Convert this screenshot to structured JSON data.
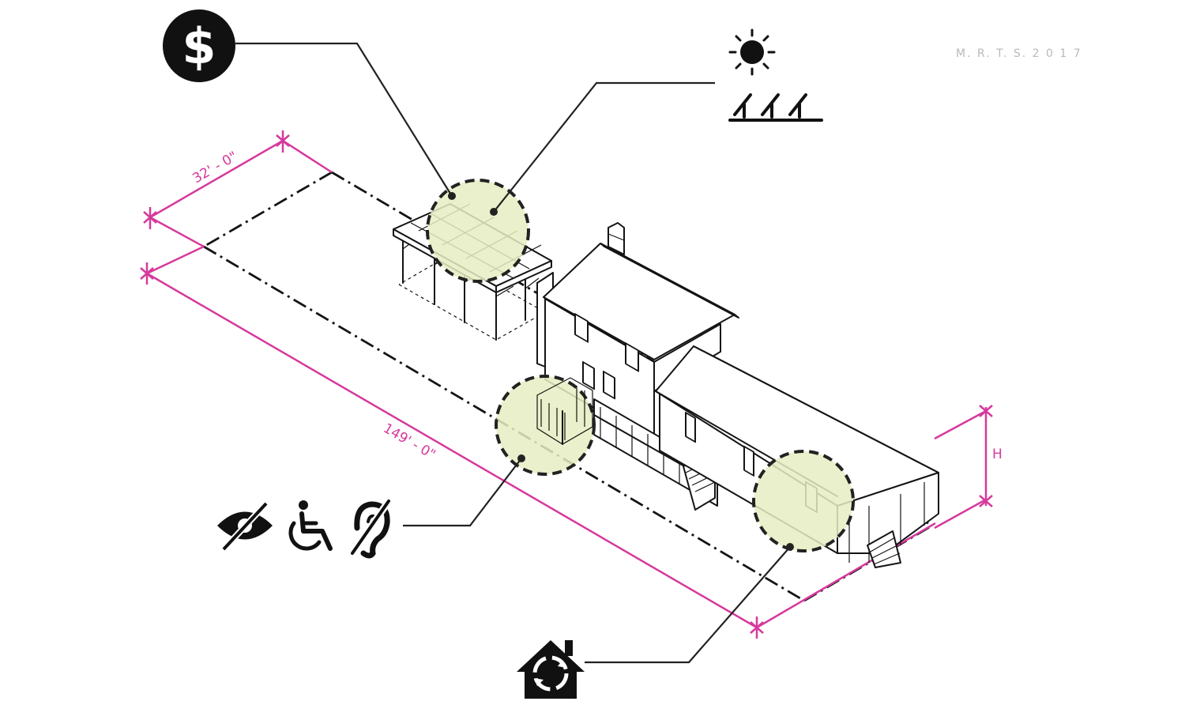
{
  "dimensions": {
    "width_label": "32' - 0\"",
    "length_label": "149' - 0\"",
    "height_label": "H"
  },
  "faded_header_text": "M. R. T. S. 2 0 1 7",
  "icons": {
    "cost": "dollar-sign-icon",
    "solar": "sun-icon",
    "solar_panels": "solar-panels-icon",
    "accessibility_visual": "visually-impaired-icon",
    "accessibility_mobility": "wheelchair-icon",
    "accessibility_hearing": "hearing-impaired-icon",
    "sustainability": "house-recycle-icon"
  },
  "colors": {
    "dimension": "#d6399c",
    "highlight": "#e6edc2",
    "ink": "#141414"
  }
}
